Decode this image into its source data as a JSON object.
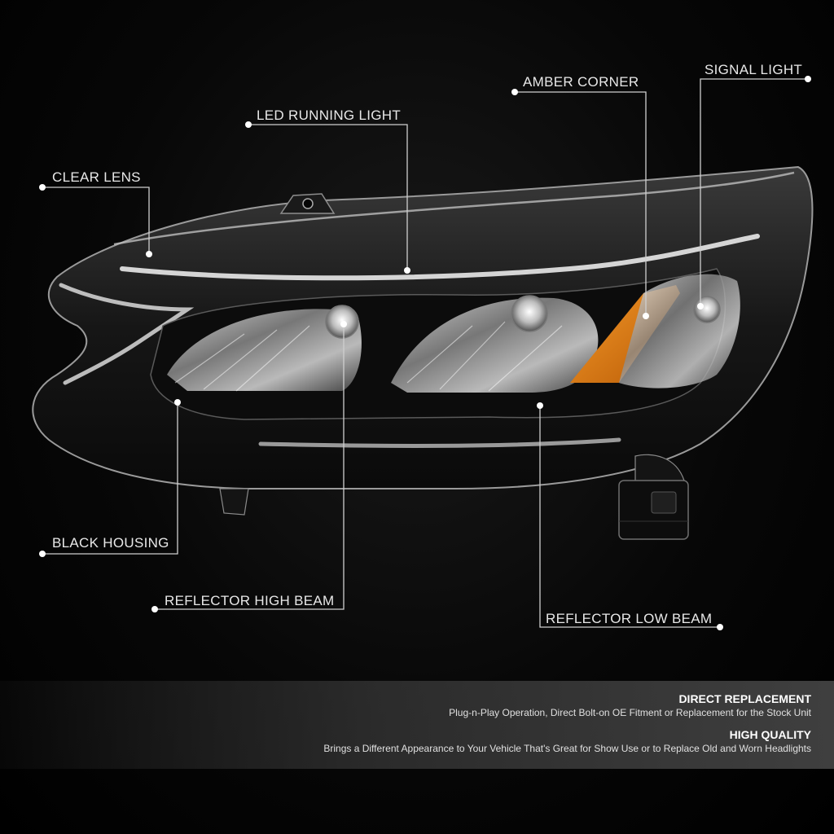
{
  "colors": {
    "background": "#000000",
    "label_text": "#e8e8e8",
    "leader_line": "#cfcfcf",
    "housing": "#0e0e0e",
    "amber": "#e07a10",
    "chrome": "#c9c9c9"
  },
  "callouts": {
    "clear_lens": "CLEAR LENS",
    "led_running_light": "LED RUNNING LIGHT",
    "amber_corner": "AMBER CORNER",
    "signal_light": "SIGNAL LIGHT",
    "black_housing": "BLACK HOUSING",
    "reflector_high_beam": "REFLECTOR HIGH BEAM",
    "reflector_low_beam": "REFLECTOR LOW BEAM"
  },
  "features": [
    {
      "title": "DIRECT REPLACEMENT",
      "text": "Plug-n-Play Operation, Direct Bolt-on OE Fitment or Replacement for the Stock Unit"
    },
    {
      "title": "HIGH QUALITY",
      "text": "Brings a Different Appearance to Your Vehicle That's Great for Show Use or to Replace Old and Worn Headlights"
    }
  ]
}
